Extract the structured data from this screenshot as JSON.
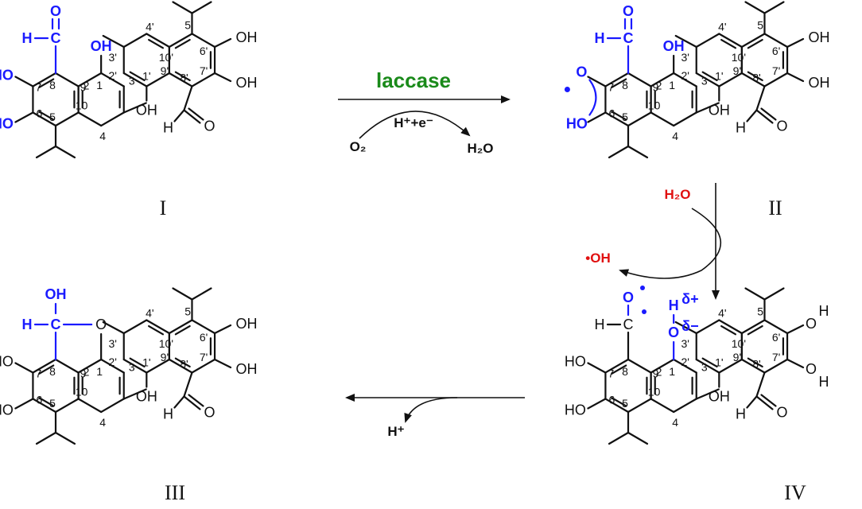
{
  "labels": {
    "compound_I": "I",
    "compound_II": "II",
    "compound_III": "III",
    "compound_IV": "IV",
    "enzyme": "laccase",
    "proton_electron": "H⁺+e⁻",
    "oxygen": "O₂",
    "water_out": "H₂O",
    "water_in": "H₂O",
    "hydroxyl_radical": "•OH",
    "proton_out": "H⁺",
    "delta_plus": "δ+",
    "delta_minus": "δ−"
  },
  "atoms": {
    "OH": "OH",
    "HO": "HO",
    "O": "O",
    "H": "H",
    "C": "C"
  },
  "positions": [
    "1",
    "2",
    "3",
    "4",
    "5",
    "6",
    "7",
    "8",
    "9",
    "10",
    "1'",
    "2'",
    "3'",
    "4'",
    "5'",
    "6'",
    "7'",
    "8'",
    "9'",
    "10'"
  ],
  "colors": {
    "highlight": "#1a1aff",
    "enzyme": "#1a8a1a",
    "radical": "#e01010",
    "structure": "#111111"
  }
}
